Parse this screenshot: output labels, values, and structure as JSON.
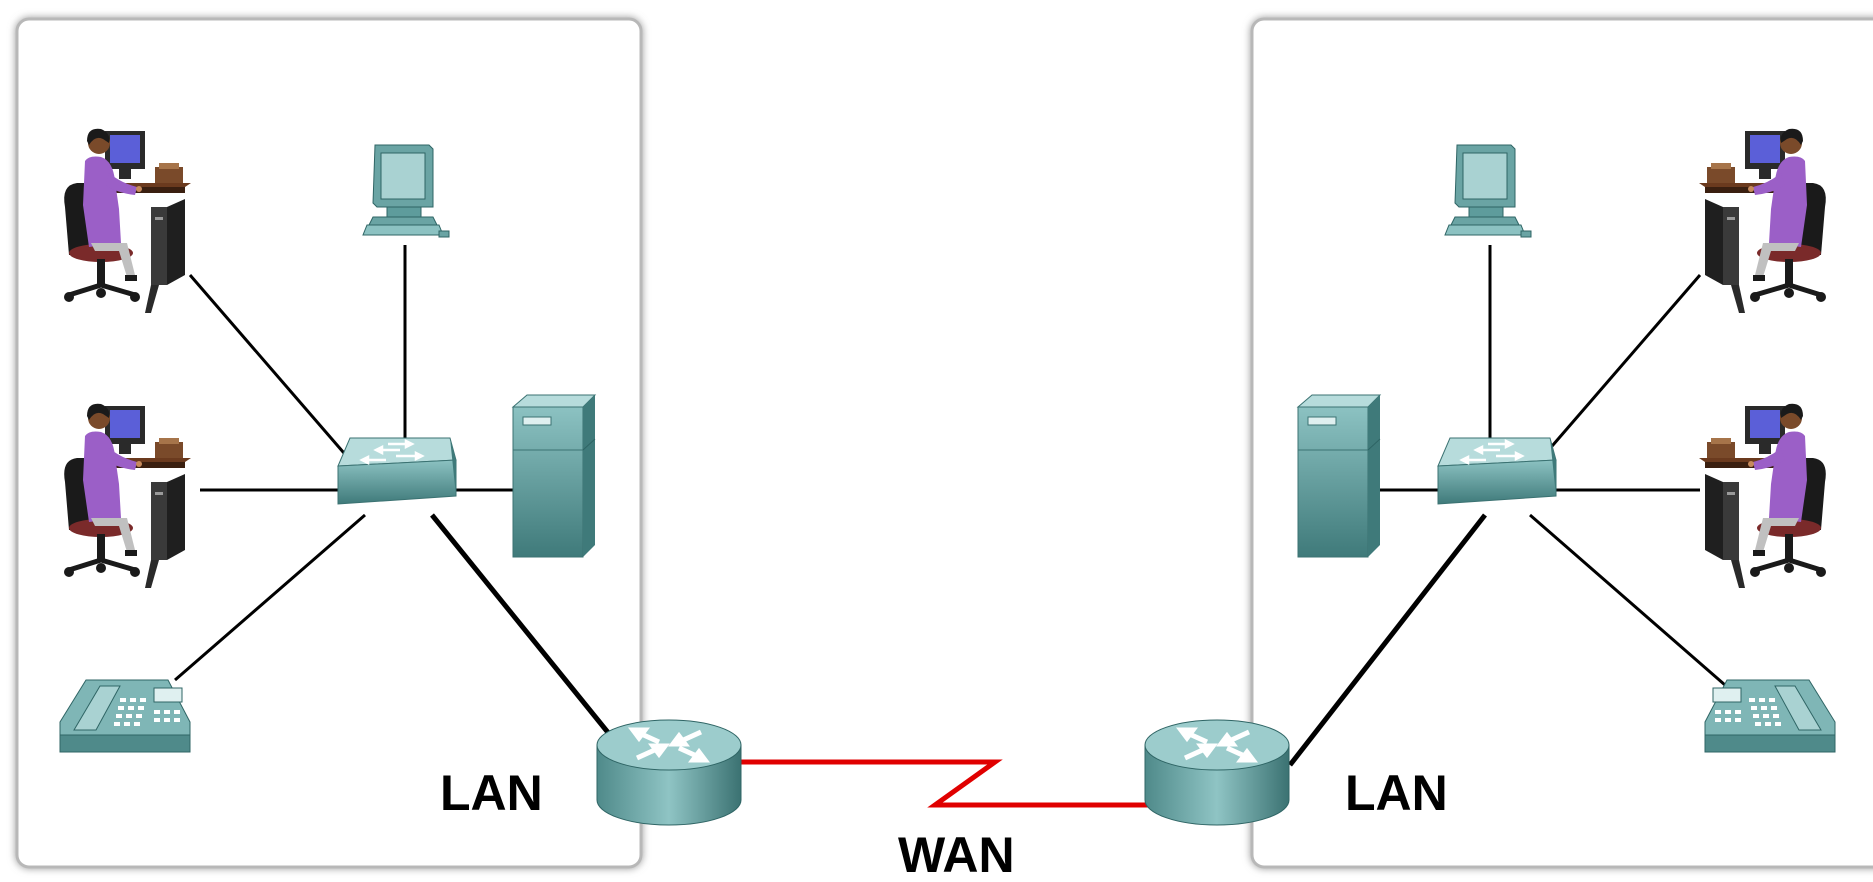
{
  "labels": {
    "lan_left": "LAN",
    "lan_right": "LAN",
    "wan": "WAN"
  },
  "colors": {
    "device_teal": "#5e9c9c",
    "device_teal_light": "#a9d2d2",
    "device_teal_dark": "#2f6565",
    "wan_link": "#e00000",
    "lan_link": "#000000",
    "person_shirt": "#9b5fc7",
    "panel_border": "#b0b0b0"
  },
  "diagram": {
    "lans": [
      {
        "side": "left",
        "devices": [
          "workstation-user-icon",
          "workstation-user-icon",
          "ip-phone-icon",
          "pc-icon",
          "switch-icon",
          "server-icon",
          "router-icon"
        ]
      },
      {
        "side": "right",
        "devices": [
          "pc-icon",
          "server-icon",
          "switch-icon",
          "workstation-user-icon",
          "workstation-user-icon",
          "ip-phone-icon",
          "router-icon"
        ]
      }
    ],
    "wan_link": "serial-zigzag"
  }
}
